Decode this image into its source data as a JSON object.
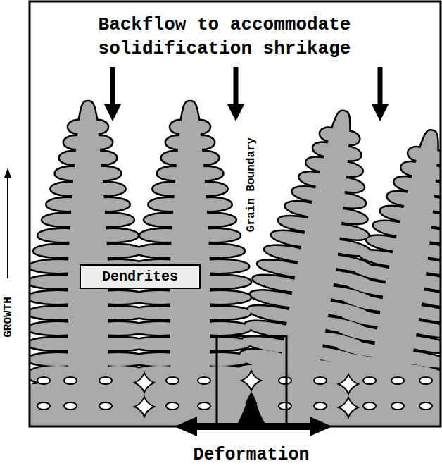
{
  "diagram": {
    "nodes": [
      {
        "text": [
          "Dendrites"
        ]
      }
    ],
    "labels": [
      "Backflow to accommodate solidification shrikage",
      "Grain Boundary",
      "GROWTH",
      "Deformation"
    ]
  }
}
